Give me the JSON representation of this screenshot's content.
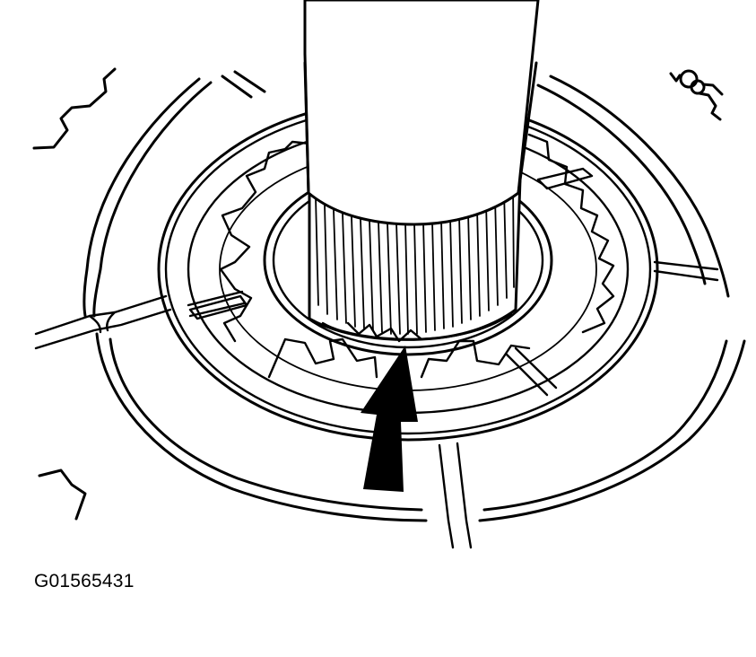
{
  "figure": {
    "label": "G01565431",
    "subject": "shaft-with-splined-gear-seated-in-ring-gear-and-housing",
    "callouts": [
      {
        "type": "arrow",
        "color": "#000000",
        "points_to": "spline-engagement"
      }
    ],
    "colors": {
      "line": "#000000",
      "background": "#ffffff"
    }
  }
}
